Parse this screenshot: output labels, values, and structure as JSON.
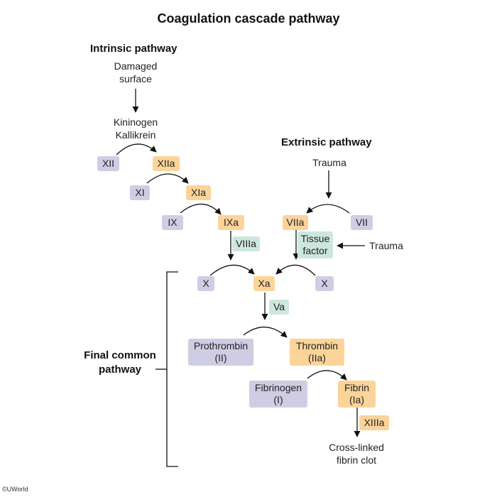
{
  "title": "Coagulation cascade pathway",
  "intrinsic": {
    "heading": "Intrinsic pathway",
    "trigger_line1": "Damaged",
    "trigger_line2": "surface",
    "activators_line1": "Kininogen",
    "activators_line2": "Kallikrein",
    "factor_xii": "XII",
    "factor_xiia": "XIIa",
    "factor_xi": "XI",
    "factor_xia": "XIa",
    "factor_ix": "IX",
    "factor_ixa": "IXa",
    "cofactor_viiia": "VIIIa"
  },
  "extrinsic": {
    "heading": "Extrinsic pathway",
    "trigger_top": "Trauma",
    "factor_viia": "VIIa",
    "factor_vii": "VII",
    "tissue_factor_line1": "Tissue",
    "tissue_factor_line2": "factor",
    "trigger_side": "Trauma"
  },
  "common": {
    "heading_line1": "Final common",
    "heading_line2": "pathway",
    "factor_x_left": "X",
    "factor_xa": "Xa",
    "factor_x_right": "X",
    "cofactor_va": "Va",
    "prothrombin_line1": "Prothrombin",
    "prothrombin_line2": "(II)",
    "thrombin_line1": "Thrombin",
    "thrombin_line2": "(IIa)",
    "fibrinogen_line1": "Fibrinogen",
    "fibrinogen_line2": "(I)",
    "fibrin_line1": "Fibrin",
    "fibrin_line2": "(Ia)",
    "factor_xiiia": "XIIIa",
    "product_line1": "Cross-linked",
    "product_line2": "fibrin clot"
  },
  "colors": {
    "inactive_factor": "#cfcde4",
    "active_factor": "#fbd49a",
    "cofactor": "#cde6df",
    "arrow": "#111111"
  },
  "copyright": "©UWorld"
}
